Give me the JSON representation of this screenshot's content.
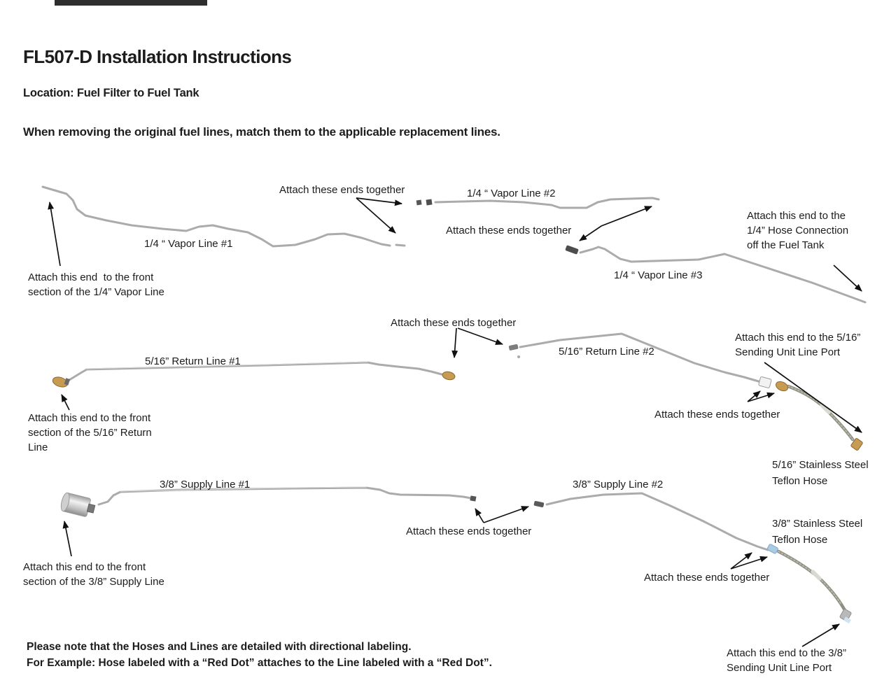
{
  "page": {
    "title": "FL507-D Installation Instructions",
    "location": "Location: Fuel Filter to Fuel Tank",
    "intro": "When removing the original fuel lines, match them to the applicable replacement lines."
  },
  "labels": {
    "vapor1": "1/4 “ Vapor Line #1",
    "vapor2": "1/4 “ Vapor Line #2",
    "vapor3": "1/4 “ Vapor Line #3",
    "return1": "5/16” Return Line #1",
    "return2": "5/16” Return Line #2",
    "supply1": "3/8” Supply Line #1",
    "supply2": "3/8” Supply Line #2",
    "hose_516": "5/16” Stainless Steel\nTeflon Hose",
    "hose_38": "3/8” Stainless Steel\nTeflon Hose"
  },
  "callouts": {
    "attach_ends": "Attach these ends together",
    "vapor_front": "Attach this end  to the front\nsection of the 1/4” Vapor Line",
    "vapor_tank": "Attach this end to the\n1/4” Hose Connection\noff the Fuel Tank",
    "return_front": "Attach this end to the front\nsection of the 5/16” Return\nLine",
    "return_port": "Attach this end to the 5/16”\nSending Unit Line Port",
    "supply_front": "Attach this end to the front\nsection of the 3/8” Supply Line",
    "supply_port": "Attach this end to the 3/8”\nSending Unit Line Port"
  },
  "footer": {
    "note": "Please note that the Hoses and Lines are detailed with directional labeling.\nFor Example: Hose labeled with a “Red Dot” attaches to the Line labeled with a “Red Dot”."
  },
  "colors": {
    "text": "#1c1c1c",
    "tube": "#ababab",
    "hose": "#8e8e82",
    "brass": "#c79b52",
    "blue_band": "#a9cce3",
    "arrow": "#111111"
  }
}
